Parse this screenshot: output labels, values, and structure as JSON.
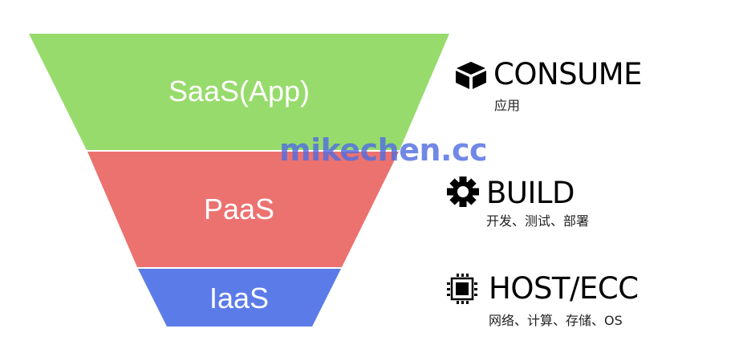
{
  "diagram": {
    "type": "funnel",
    "layers": [
      {
        "label": "SaaS(App)",
        "color": "#97db6c"
      },
      {
        "label": "PaaS",
        "color": "#ec7270"
      },
      {
        "label": "IaaS",
        "color": "#5b7be8"
      }
    ],
    "legend": [
      {
        "icon": "cube-icon",
        "title": "CONSUME",
        "subtitle": "应用"
      },
      {
        "icon": "gear-icon",
        "title": "BUILD",
        "subtitle": "开发、测试、部署"
      },
      {
        "icon": "cpu-chip-icon",
        "title": "HOST/ECC",
        "subtitle": "网络、计算、存储、OS"
      }
    ],
    "watermark": "mikechen.cc"
  }
}
